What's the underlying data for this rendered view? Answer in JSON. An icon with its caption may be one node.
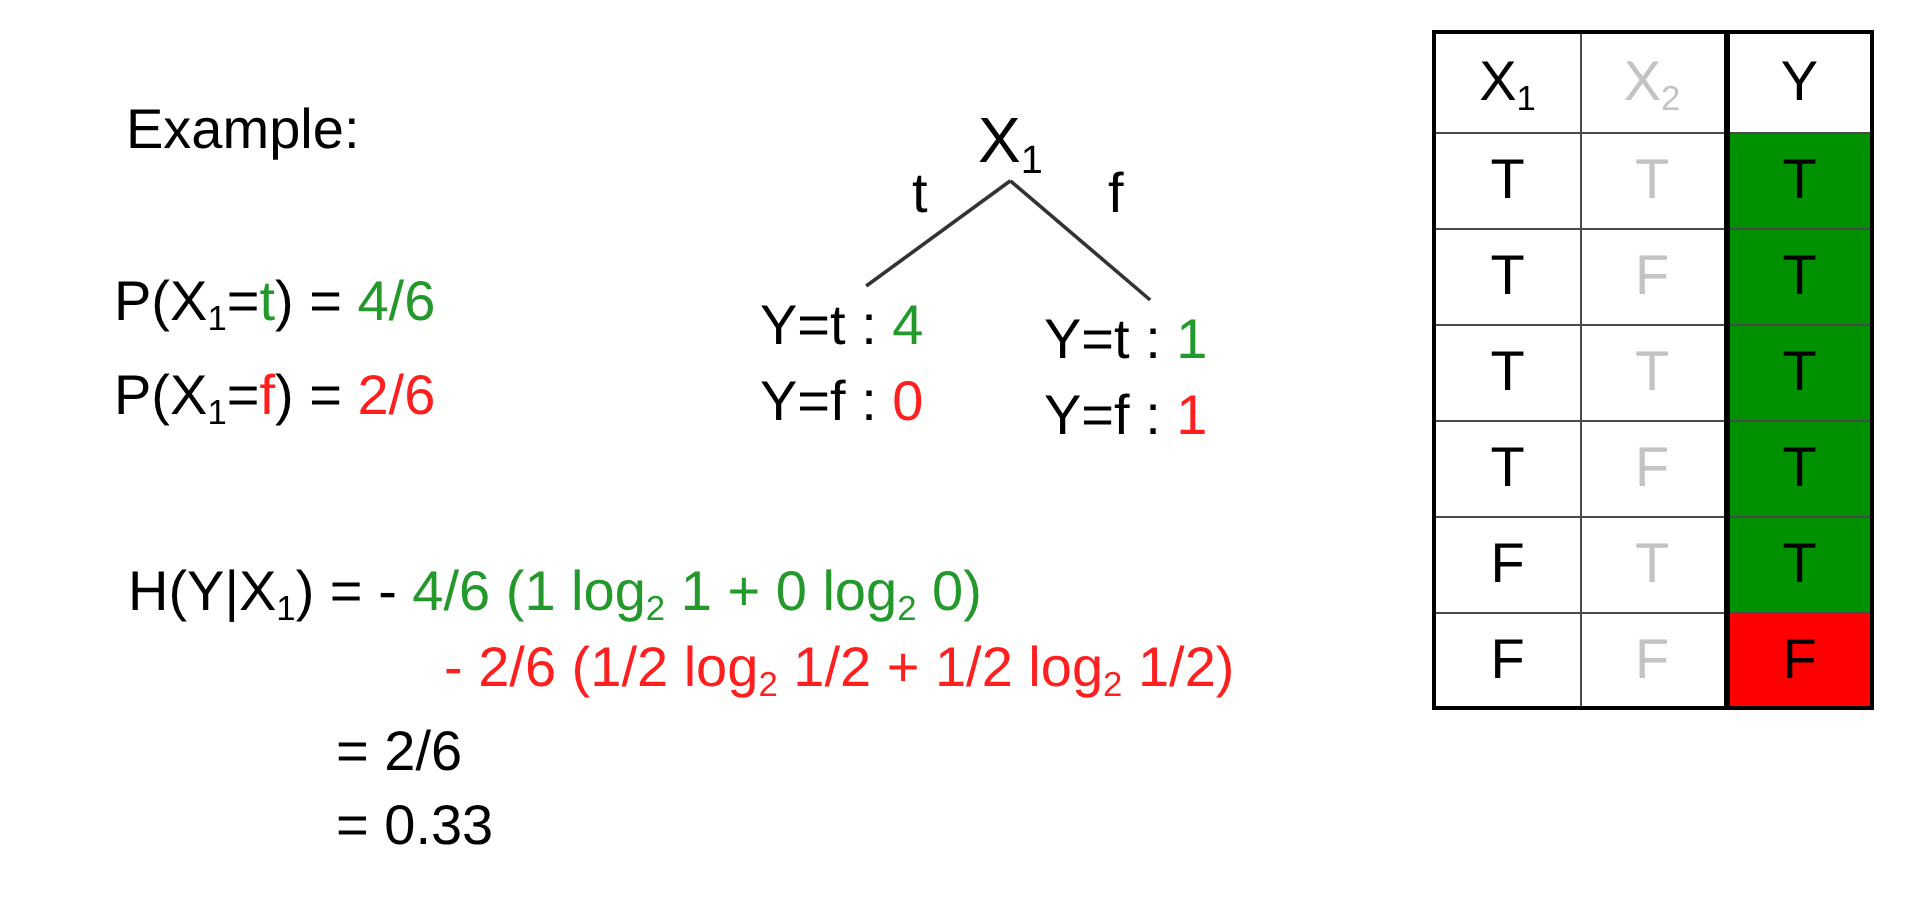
{
  "diagram": {
    "title": "Example:",
    "nodes": [
      {
        "text": [
          "X$_{1}$"
        ]
      },
      {
        "text": [
          "Y=t : 4",
          "Y=f : 0"
        ]
      },
      {
        "text": [
          "Y=t : 1",
          "Y=f : 1"
        ]
      }
    ],
    "edges": [
      {
        "from": 0,
        "to": 1,
        "arrow": "none",
        "label": "t"
      },
      {
        "from": 0,
        "to": 2,
        "arrow": "none",
        "label": "f"
      }
    ],
    "labels": [
      "P(X$_{1}$=t) = 4/6",
      "P(X$_{1}$=f) = 2/6",
      "H(Y|X$_{1}$) = - 4/6 (1 log$_{2}$ 1 + 0 log$_{2}$ 0)",
      "- 2/6 (1/2 log$_{2}$ 1/2 + 1/2 log$_{2}$ 1/2)",
      "= 2/6",
      "= 0.33",
      "X$_{1}$",
      "X$_{2}$",
      "Y",
      "T",
      "T",
      "T",
      "T",
      "F",
      "T",
      "T",
      "T",
      "T",
      "T",
      "F",
      "T",
      "F",
      "T",
      "T",
      "F",
      "F",
      "F"
    ]
  }
}
